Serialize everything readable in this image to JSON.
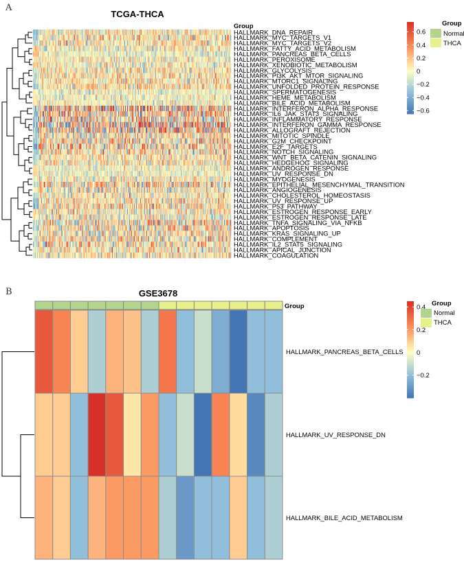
{
  "panels": {
    "a": {
      "label": "A"
    },
    "b": {
      "label": "B"
    }
  },
  "colors": {
    "low": "#4575b4",
    "mid": "#ffffbf",
    "high": "#d73027",
    "normal": "#b3d48c",
    "thca": "#e6f08c"
  },
  "chart_data": [
    {
      "type": "heatmap",
      "title": "TCGA-THCA",
      "group_annotation_label": "Group",
      "rows": [
        "HALLMARK_DNA_REPAIR",
        "HALLMARK_MYC_TARGETS_V1",
        "HALLMARK_MYC_TARGETS_V2",
        "HALLMARK_FATTY_ACID_METABOLISM",
        "HALLMARK_PANCREAS_BETA_CELLS",
        "HALLMARK_PEROXISOME",
        "HALLMARK_XENOBIOTIC_METABOLISM",
        "HALLMARK_GLYCOLYSIS",
        "HALLMARK_PI3K_AKT_MTOR_SIGNALING",
        "HALLMARK_MTORC1_SIGNALING",
        "HALLMARK_UNFOLDED_PROTEIN_RESPONSE",
        "HALLMARK_SPERMATOGENESIS",
        "HALLMARK_HEME_METABOLISM",
        "HALLMARK_BILE_ACID_METABOLISM",
        "HALLMARK_INTERFERON_ALPHA_RESPONSE",
        "HALLMARK_IL6_JAK_STAT3_SIGNALING",
        "HALLMARK_INFLAMMATORY_RESPONSE",
        "HALLMARK_INTERFERON_GAMMA_RESPONSE",
        "HALLMARK_ALLOGRAFT_REJECTION",
        "HALLMARK_MITOTIC_SPINDLE",
        "HALLMARK_G2M_CHECKPOINT",
        "HALLMARK_E2F_TARGETS",
        "HALLMARK_NOTCH_SIGNALING",
        "HALLMARK_WNT_BETA_CATENIN_SIGNALING",
        "HALLMARK_HEDGEHOG_SIGNALING",
        "HALLMARK_ANDROGEN_RESPONSE",
        "HALLMARK_UV_RESPONSE_DN",
        "HALLMARK_MYOGENESIS",
        "HALLMARK_EPITHELIAL_MESENCHYMAL_TRANSITION",
        "HALLMARK_ANGIOGENESIS",
        "HALLMARK_CHOLESTEROL_HOMEOSTASIS",
        "HALLMARK_UV_RESPONSE_UP",
        "HALLMARK_P53_PATHWAY",
        "HALLMARK_ESTROGEN_RESPONSE_EARLY",
        "HALLMARK_ESTROGEN_RESPONSE_LATE",
        "HALLMARK_TNFA_SIGNALING_VIA_NFKB",
        "HALLMARK_APOPTOSIS",
        "HALLMARK_KRAS_SIGNALING_UP",
        "HALLMARK_COMPLEMENT",
        "HALLMARK_IL2_STAT5_SIGNALING",
        "HALLMARK_APICAL_JUNCTION",
        "HALLMARK_COAGULATION"
      ],
      "n_columns": 290,
      "columns_normal": 8,
      "value_range": [
        -0.65,
        0.75
      ],
      "row_means_normal": [
        -0.35,
        -0.25,
        -0.2,
        0.15,
        0.2,
        0.1,
        0.15,
        -0.2,
        -0.2,
        -0.25,
        -0.25,
        0.05,
        0.05,
        0.1,
        -0.3,
        -0.25,
        -0.25,
        -0.3,
        -0.3,
        -0.2,
        -0.3,
        -0.3,
        -0.25,
        -0.2,
        -0.2,
        0.1,
        0.15,
        -0.1,
        -0.15,
        -0.05,
        -0.2,
        -0.25,
        -0.35,
        0.1,
        0.05,
        -0.2,
        -0.25,
        -0.15,
        -0.2,
        -0.2,
        -0.1,
        -0.1
      ],
      "row_means_thca": [
        0.02,
        0.05,
        0.03,
        0.0,
        -0.05,
        -0.02,
        -0.02,
        0.05,
        0.04,
        0.05,
        0.05,
        -0.03,
        -0.02,
        -0.02,
        0.08,
        0.06,
        0.05,
        0.08,
        0.07,
        0.04,
        0.06,
        0.06,
        0.04,
        0.03,
        0.03,
        -0.02,
        -0.03,
        0.0,
        0.02,
        0.0,
        0.04,
        0.05,
        0.06,
        -0.02,
        -0.01,
        0.04,
        0.05,
        0.03,
        0.04,
        0.04,
        0.02,
        0.02
      ],
      "row_spread": [
        0.2,
        0.22,
        0.22,
        0.18,
        0.15,
        0.18,
        0.18,
        0.2,
        0.2,
        0.2,
        0.2,
        0.15,
        0.15,
        0.15,
        0.45,
        0.35,
        0.35,
        0.45,
        0.42,
        0.25,
        0.3,
        0.3,
        0.25,
        0.2,
        0.2,
        0.15,
        0.15,
        0.2,
        0.3,
        0.25,
        0.2,
        0.22,
        0.25,
        0.22,
        0.22,
        0.3,
        0.28,
        0.25,
        0.28,
        0.25,
        0.22,
        0.22
      ],
      "legend": {
        "title": "Group",
        "entries": [
          "Normal",
          "THCA"
        ],
        "colorbar_ticks": [
          0.6,
          0.4,
          0.2,
          0,
          -0.2,
          -0.4,
          -0.6
        ],
        "colorbar_tick_labels": [
          "0.6",
          "0.4",
          "0.2",
          "0",
          "−0.2",
          "−0.4",
          "−0.6"
        ]
      }
    },
    {
      "type": "heatmap",
      "title": "GSE3678",
      "group_annotation_label": "Group",
      "rows": [
        "HALLMARK_PANCREAS_BETA_CELLS",
        "HALLMARK_UV_RESPONSE_DN",
        "HALLMARK_BILE_ACID_METABOLISM"
      ],
      "column_groups": [
        "Normal",
        "Normal",
        "Normal",
        "Normal",
        "Normal",
        "Normal",
        "Normal",
        "THCA",
        "THCA",
        "THCA",
        "THCA",
        "THCA",
        "THCA",
        "THCA"
      ],
      "values": [
        [
          0.35,
          0.25,
          0.1,
          -0.15,
          0.15,
          0.12,
          -0.15,
          0.28,
          -0.2,
          -0.1,
          -0.25,
          -0.4,
          -0.2,
          -0.2
        ],
        [
          0.1,
          0.1,
          -0.2,
          0.45,
          0.35,
          0.05,
          0.2,
          -0.2,
          -0.1,
          -0.4,
          0.25,
          0.07,
          -0.35,
          -0.15
        ],
        [
          0.15,
          0.1,
          -0.2,
          0.15,
          0.2,
          0.2,
          0.2,
          -0.15,
          -0.3,
          -0.2,
          -0.2,
          0.1,
          -0.2,
          -0.15
        ]
      ],
      "value_range": [
        -0.4,
        0.45
      ],
      "legend": {
        "title": "Group",
        "entries": [
          "Normal",
          "THCA"
        ],
        "colorbar_ticks": [
          0.4,
          0.2,
          0,
          -0.2
        ],
        "colorbar_tick_labels": [
          "0.4",
          "0.2",
          "0",
          "−0.2"
        ]
      }
    }
  ]
}
